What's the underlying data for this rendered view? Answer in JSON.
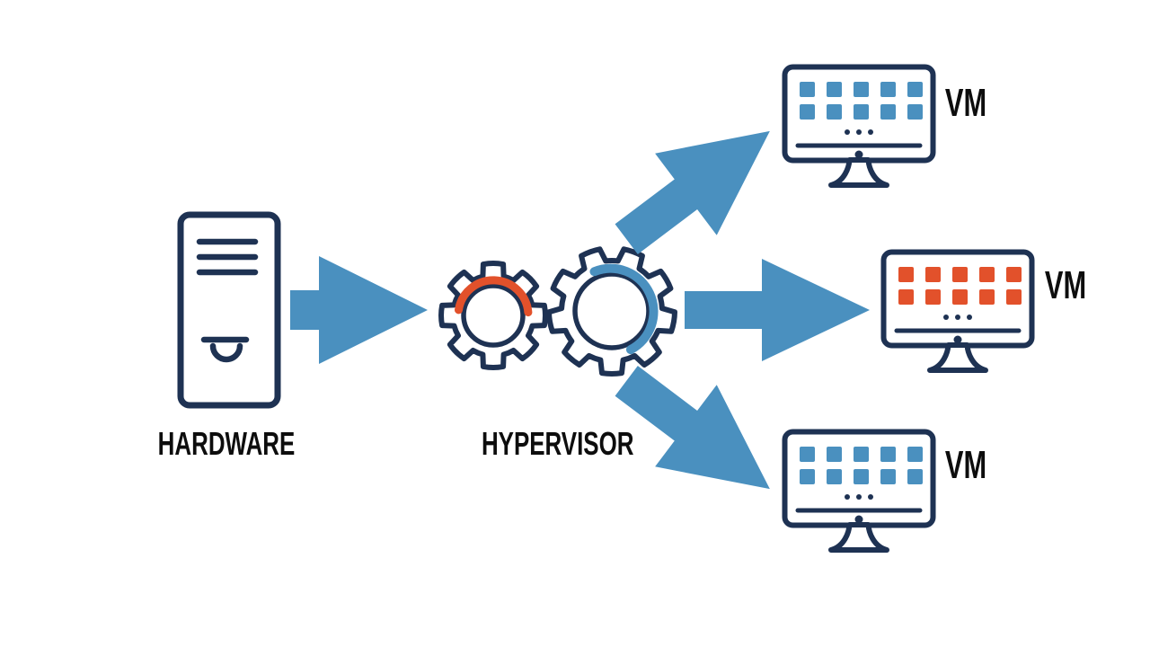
{
  "canvas": {
    "background": "#ffffff"
  },
  "colors": {
    "outline_navy": "#1e3253",
    "accent_blue": "#4a90bf",
    "accent_orange": "#e2512b",
    "label_black": "#0d0d0d"
  },
  "nodes": {
    "hardware": {
      "label": "HARDWARE",
      "icon": "server-tower-icon"
    },
    "hypervisor": {
      "label": "HYPERVISOR",
      "icon": "gears-icon"
    },
    "vms": [
      {
        "label": "VM",
        "icon": "monitor-icon",
        "square_color": "#4a90bf"
      },
      {
        "label": "VM",
        "icon": "monitor-icon",
        "square_color": "#e2512b"
      },
      {
        "label": "VM",
        "icon": "monitor-icon",
        "square_color": "#4a90bf"
      }
    ]
  },
  "arrows": [
    {
      "from": "hardware",
      "to": "hypervisor",
      "direction": "right",
      "color": "#4a90bf"
    },
    {
      "from": "hypervisor",
      "to": "vm-1",
      "direction": "up-right",
      "color": "#4a90bf"
    },
    {
      "from": "hypervisor",
      "to": "vm-2",
      "direction": "right",
      "color": "#4a90bf"
    },
    {
      "from": "hypervisor",
      "to": "vm-3",
      "direction": "down-right",
      "color": "#4a90bf"
    }
  ]
}
